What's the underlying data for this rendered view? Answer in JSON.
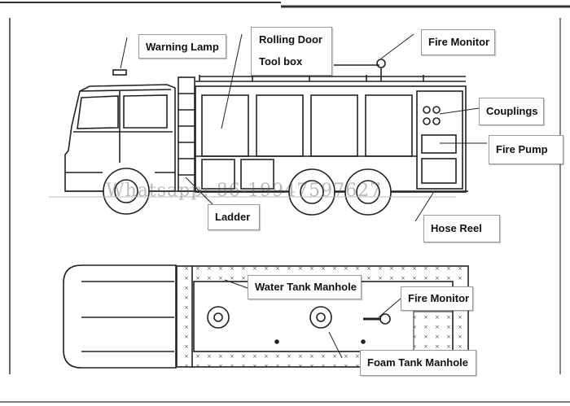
{
  "diagram": {
    "labels": {
      "warning_lamp": "Warning Lamp",
      "rolling_door": "Rolling Door",
      "tool_box": "Tool box",
      "fire_monitor_side": "Fire Monitor",
      "couplings": "Couplings",
      "fire_pump": "Fire Pump",
      "ladder": "Ladder",
      "hose_reel": "Hose Reel",
      "water_tank_manhole": "Water Tank Manhole",
      "fire_monitor_top": "Fire Monitor",
      "foam_tank_manhole": "Foam Tank Manhole"
    },
    "watermark": "Whatsapp: 86-19947597627"
  }
}
